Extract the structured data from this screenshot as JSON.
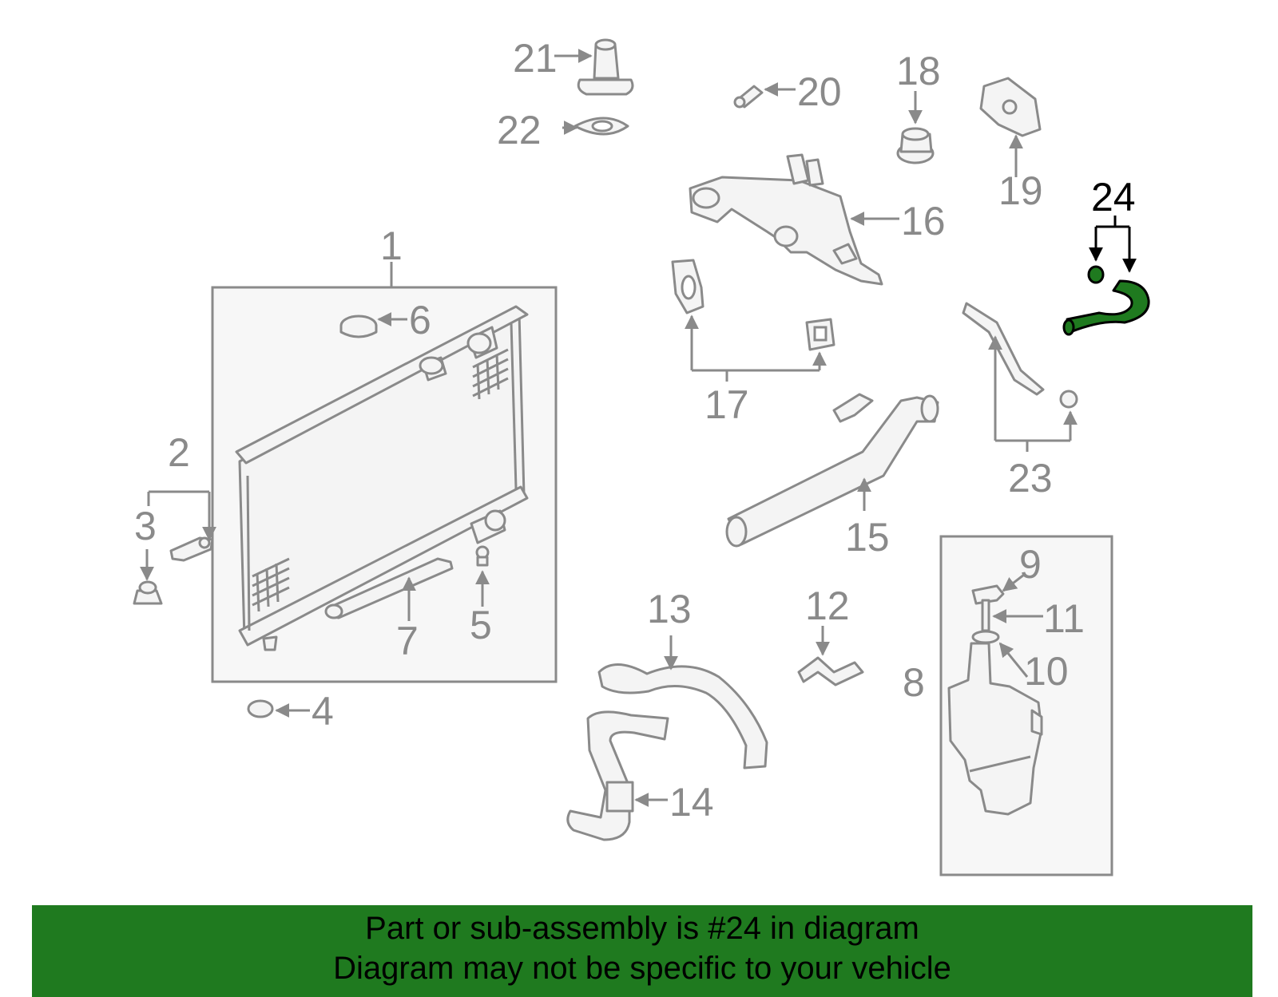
{
  "labels": {
    "p1": "1",
    "p2": "2",
    "p3": "3",
    "p4": "4",
    "p5": "5",
    "p6": "6",
    "p7": "7",
    "p8": "8",
    "p9": "9",
    "p10": "10",
    "p11": "11",
    "p12": "12",
    "p13": "13",
    "p14": "14",
    "p15": "15",
    "p16": "16",
    "p17": "17",
    "p18": "18",
    "p19": "19",
    "p20": "20",
    "p21": "21",
    "p22": "22",
    "p23": "23",
    "p24": "24"
  },
  "highlight": {
    "part": "24",
    "color": "#1f7a1f"
  },
  "colors": {
    "parts": "#8a8a8a",
    "banner": "#1f7a1f",
    "banner_text": "#000000"
  },
  "banner": {
    "line1": "Part or sub-assembly is #24 in diagram",
    "line2": "Diagram may not be specific to your vehicle"
  }
}
